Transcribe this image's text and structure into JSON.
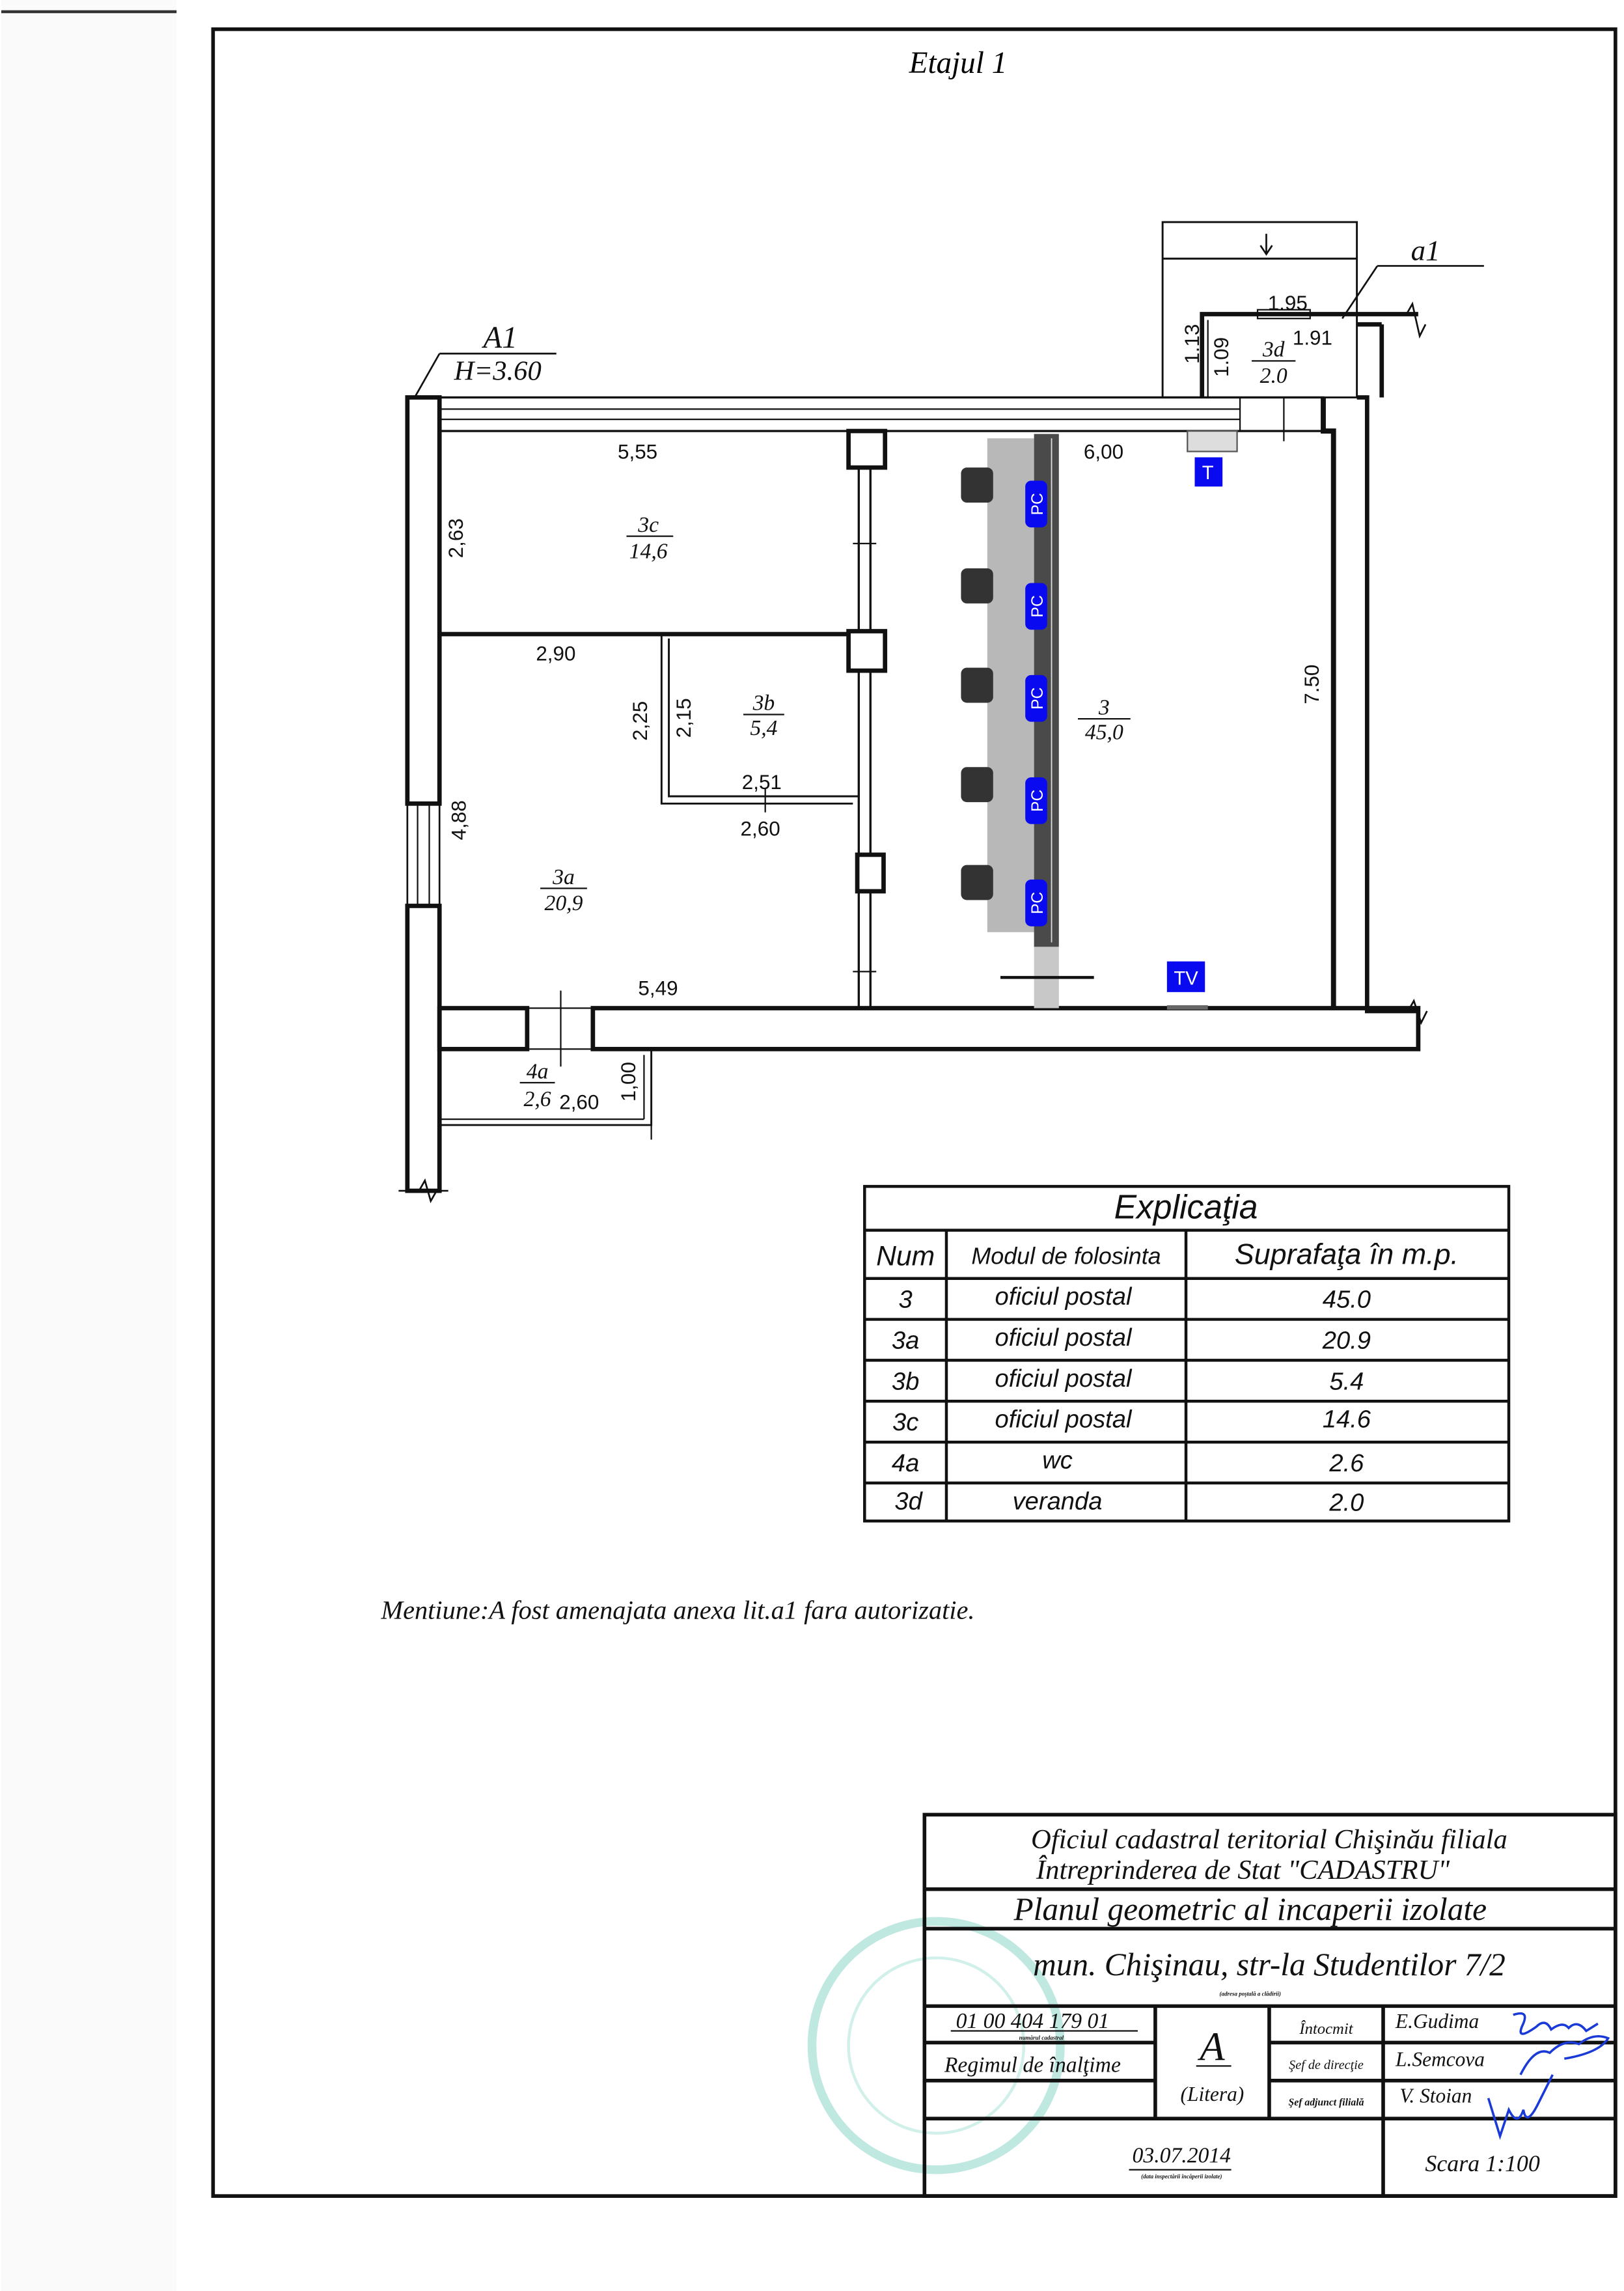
{
  "title": "Etajul 1",
  "plan": {
    "building_label": "A1",
    "height_label": "H=3.60",
    "annex_label": "a1",
    "rooms": [
      {
        "num": "3c",
        "area": "14,6"
      },
      {
        "num": "3b",
        "area": "5,4"
      },
      {
        "num": "3a",
        "area": "20,9"
      },
      {
        "num": "3",
        "area": "45,0"
      },
      {
        "num": "3d",
        "area": "2.0"
      },
      {
        "num": "4a",
        "area": "2,6"
      }
    ],
    "dims": {
      "d555": "5,55",
      "d263": "2,63",
      "d290": "2,90",
      "d225": "2,25",
      "d215": "2,15",
      "d251": "2,51",
      "d260": "2,60",
      "d488": "4,88",
      "d549": "5,49",
      "d600": "6,00",
      "d750": "7.50",
      "d195": "1.95",
      "d191": "1.91",
      "d113": "1.13",
      "d109": "1.09",
      "d260b": "2,60",
      "d100": "1,00"
    },
    "equipment": {
      "pc": "PC",
      "t": "T",
      "tv": "TV"
    },
    "colors": {
      "badge": "#0a0af0",
      "desk": "#4a4a4a",
      "panel": "#b8b8b8"
    }
  },
  "legend": {
    "title": "Explicaţia",
    "headers": [
      "Num",
      "Modul de folosinta",
      "Suprafaţa în m.p."
    ],
    "rows": [
      [
        "3",
        "oficiul postal",
        "45.0"
      ],
      [
        "3a",
        "oficiul postal",
        "20.9"
      ],
      [
        "3b",
        "oficiul postal",
        "5.4"
      ],
      [
        "3c",
        "oficiul postal",
        "14.6"
      ],
      [
        "4a",
        "wc",
        "2.6"
      ],
      [
        "3d",
        "veranda",
        "2.0"
      ]
    ]
  },
  "note": "Mentiune:A fost amenajata anexa lit.a1 fara autorizatie.",
  "titleblock": {
    "office_line1": "Oficiul  cadastral teritorial Chişinău  filiala",
    "office_line2": "Întreprinderea de Stat \"CADASTRU\"",
    "plan_title": "Planul   geometric  al   incaperii izolate",
    "address": "mun. Chişinau, str-la  Studentilor 7/2",
    "address_caption": "(adresa poştală a clădirii)",
    "cadastral_number": "01 00 404 179 01",
    "cadastral_caption": "numărul cadastral",
    "height_regime": "Regimul de înalţime",
    "letter": "A",
    "letter_caption": "(Litera)",
    "roles": [
      "Întocmit",
      "Şef de direcţie",
      "Şef adjunct filială"
    ],
    "names": [
      "E.Gudima",
      "L.Semcova",
      "V. Stoian"
    ],
    "date": "03.07.2014",
    "date_caption": "(data inspectării încăperii izolate)",
    "scale": "Scara    1:100"
  }
}
